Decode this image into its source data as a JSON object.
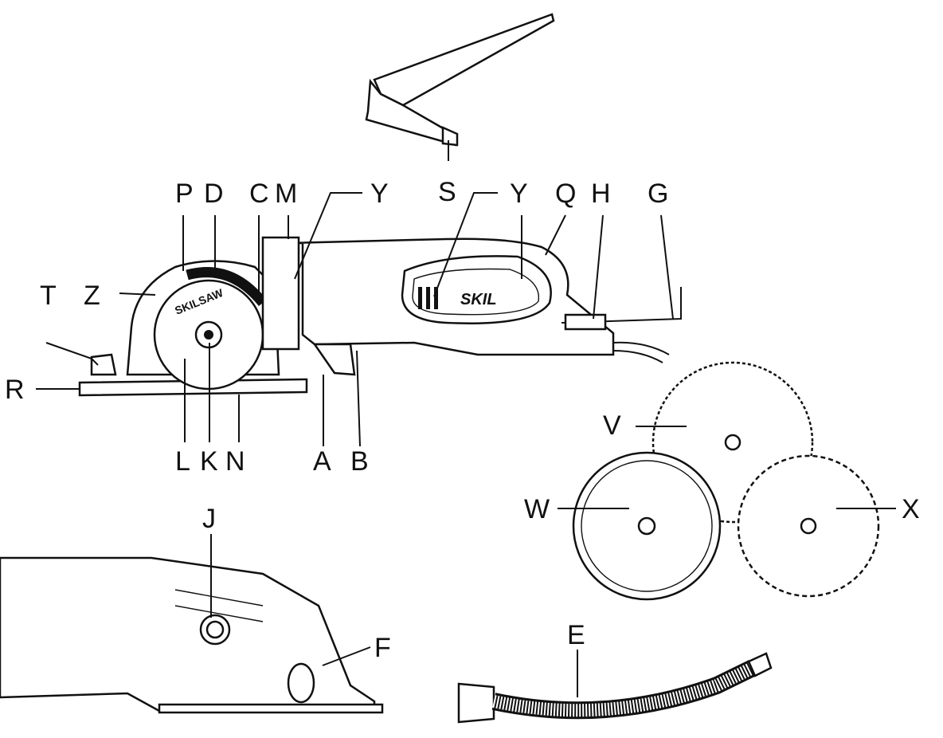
{
  "diagram": {
    "brand_text": "SKIL",
    "guard_text": "SKILSAW",
    "labels": {
      "A": "A",
      "B": "B",
      "C": "C",
      "D": "D",
      "E": "E",
      "F": "F",
      "G": "G",
      "H": "H",
      "J": "J",
      "K": "K",
      "L": "L",
      "M": "M",
      "N": "N",
      "P": "P",
      "Q": "Q",
      "R": "R",
      "S": "S",
      "T": "T",
      "V": "V",
      "W": "W",
      "X": "X",
      "Y1": "Y",
      "Y2": "Y",
      "Z": "Z"
    }
  }
}
